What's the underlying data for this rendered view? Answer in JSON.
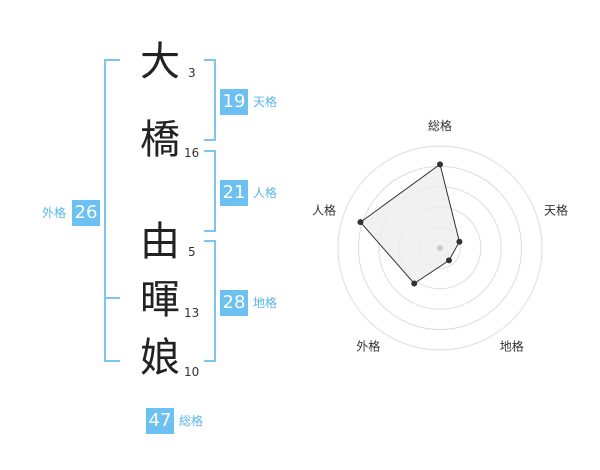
{
  "characters": [
    {
      "char": "大",
      "strokes": "3"
    },
    {
      "char": "橋",
      "strokes": "16"
    },
    {
      "char": "由",
      "strokes": "5"
    },
    {
      "char": "暉",
      "strokes": "13"
    },
    {
      "char": "娘",
      "strokes": "10"
    }
  ],
  "fortunes": {
    "tenkaku": {
      "value": "19",
      "label": "天格"
    },
    "jinkaku": {
      "value": "21",
      "label": "人格"
    },
    "chikaku": {
      "value": "28",
      "label": "地格"
    },
    "gaikaku": {
      "value": "26",
      "label": "外格"
    },
    "soukaku": {
      "value": "47",
      "label": "総格"
    }
  },
  "chart_data": {
    "type": "radar",
    "axes": [
      "総格",
      "天格",
      "地格",
      "外格",
      "人格"
    ],
    "values": [
      0.82,
      0.2,
      0.15,
      0.43,
      0.82
    ],
    "range": [
      0,
      1
    ],
    "rings": 5,
    "fill_color": "#eeeeee",
    "line_color": "#333333",
    "ring_color": "#dddddd"
  },
  "colors": {
    "accent": "#6cc0f2",
    "bracket": "#7fc4ee"
  }
}
